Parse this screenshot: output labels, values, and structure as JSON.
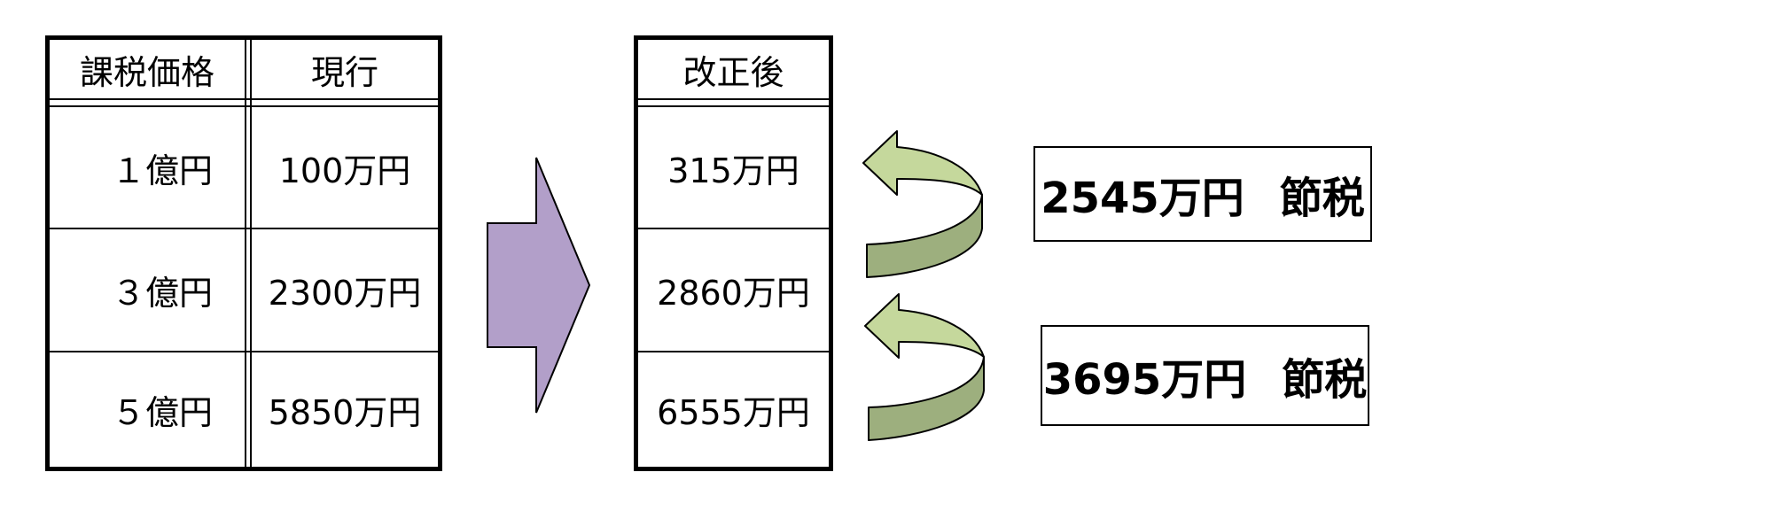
{
  "table_current": {
    "headers": [
      "課税価格",
      "現行"
    ],
    "rows": [
      {
        "price": "１億円",
        "current": "100万円"
      },
      {
        "price": "３億円",
        "current": "2300万円"
      },
      {
        "price": "５億円",
        "current": "5850万円"
      }
    ]
  },
  "table_revised": {
    "header": "改正後",
    "rows": [
      "315万円",
      "2860万円",
      "6555万円"
    ]
  },
  "savings": [
    {
      "amount": "2545万円",
      "label": "節税"
    },
    {
      "amount": "3695万円",
      "label": "節税"
    }
  ],
  "colors": {
    "arrow_purple": "#b29fc9",
    "curved_arrow_light": "#c5d89c",
    "curved_arrow_dark": "#9daf7e",
    "border": "#000000"
  }
}
